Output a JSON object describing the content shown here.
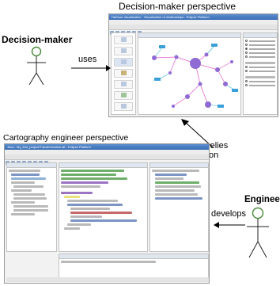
{
  "top_perspective": {
    "title": "Decision-maker perspective",
    "window_title": "Harbour visualization - Visualization of relationships - Eclipse Platform"
  },
  "bottom_perspective": {
    "title": "Cartography engineer perspective",
    "window_title": "Java - My_first_project/Transformation.atl - Eclipse Platform"
  },
  "actors": {
    "decision_maker": "Decision-maker",
    "engineer": "Engineer"
  },
  "arrows": {
    "uses": "uses",
    "relies_on": [
      "relies",
      "on"
    ],
    "develops": "develops"
  }
}
